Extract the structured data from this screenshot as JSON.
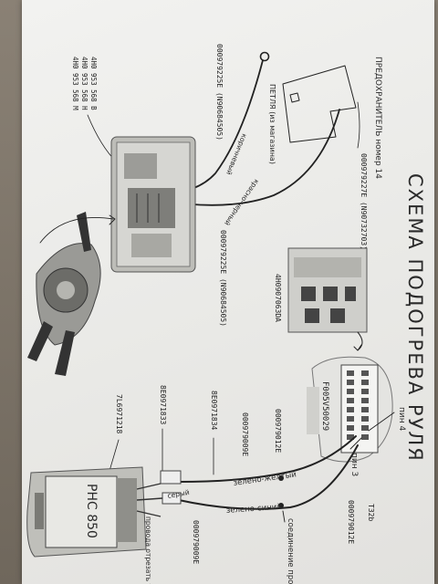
{
  "title": "СХЕМА ПОДОГРЕВА РУЛЯ",
  "fuse_box": {
    "label": "ПРЕДОХРАНИТЕЛЬ номер 14",
    "part_number": "000979227E (N90732703)"
  },
  "loop": {
    "label": "ПЕТЛЯ (из магазина)",
    "part_number": "000979225E (N90684505)"
  },
  "wires_top": {
    "brown": "коричневый",
    "red_black": "красно-черный",
    "part_number": "000979225E (N90684505)"
  },
  "column_switch_parts": [
    "4H0 953 568 B",
    "4H0 953 568 H",
    "4H0 953 568 M"
  ],
  "module": {
    "part_number": "4H0907063DA"
  },
  "connector": {
    "code": "F005V50029",
    "pin4": "пин 4",
    "pin3": "пин 3",
    "part_number": "T32b",
    "side_part_top": "000979012E",
    "side_part_bottom": "000979012E"
  },
  "lower_wires": {
    "green_yellow": "зелено-желтый",
    "green_blue": "зелено-синий",
    "joint_label": "соединение проводов",
    "part_green_yellow": "000979009E",
    "part_green_blue": "000979009E",
    "part_8e0": "8E0971834",
    "part_8e0_b": "8E0971833",
    "part_7l6": "7L6971218"
  },
  "control_unit": {
    "display": "PHC 850",
    "cut_label": "провода отрезать тонкие",
    "grey": "серый"
  }
}
